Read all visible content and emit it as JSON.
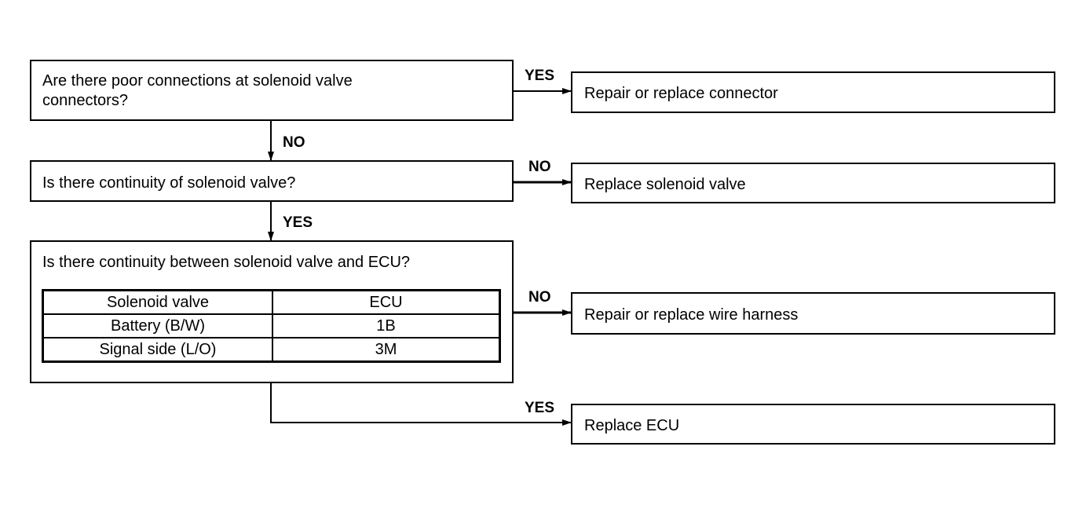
{
  "questions": {
    "q1": "Are there poor connections at solenoid valve connectors?",
    "q2": "Is there continuity of solenoid valve?",
    "q3": "Is there continuity between solenoid valve and ECU?"
  },
  "actions": {
    "a1": "Repair or replace connector",
    "a2": "Replace solenoid valve",
    "a3": "Repair or replace wire harness",
    "a4": "Replace ECU"
  },
  "labels": {
    "q1_yes": "YES",
    "q1_no": "NO",
    "q2_no": "NO",
    "q2_yes": "YES",
    "q3_no": "NO",
    "q3_yes": "YES"
  },
  "continuity_table": {
    "headers": [
      "Solenoid valve",
      "ECU"
    ],
    "rows": [
      [
        "Battery (B/W)",
        "1B"
      ],
      [
        "Signal side (L/O)",
        "3M"
      ]
    ]
  }
}
